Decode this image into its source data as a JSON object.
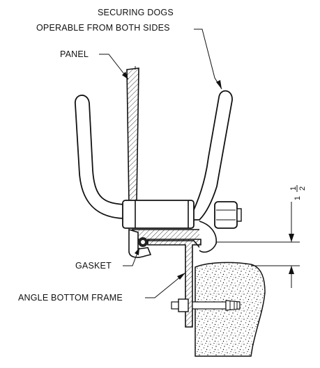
{
  "labels": {
    "securing_dogs_line1": "SECURING DOGS",
    "securing_dogs_line2": "OPERABLE FROM BOTH SIDES",
    "panel": "PANEL",
    "gasket": "GASKET",
    "angle_bottom_frame": "ANGLE BOTTOM FRAME"
  },
  "dimension": {
    "whole": "1",
    "numerator": "1",
    "denominator": "2"
  },
  "colors": {
    "ink": "#111111",
    "background": "#ffffff"
  }
}
